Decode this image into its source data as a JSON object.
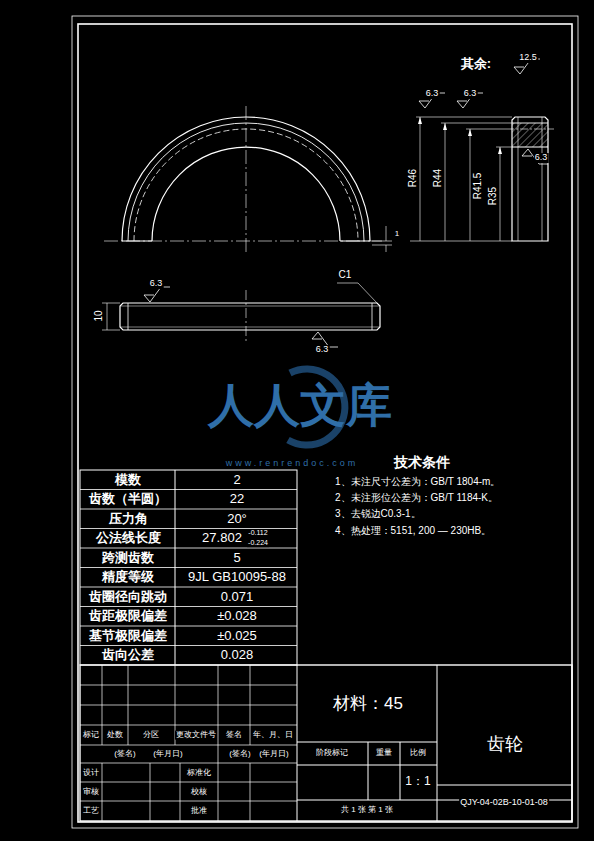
{
  "diagram": {
    "labels": [
      "其余:",
      "12.5",
      "6.3",
      "6.3",
      "6.3",
      "R46",
      "R44",
      "R41.5",
      "R35",
      "1",
      "C1",
      "10",
      "6.3",
      "6.3",
      "人人文库",
      "www.renrendoc.com",
      "技术条件",
      "1、未注尺寸公差为：GB/T 1804-m。",
      "2、未注形位公差为：GB/T 1184-K。",
      "3、去锐边C0.3-1。",
      "4、热处理：5151, 200 — 230HB。",
      "模数",
      "2",
      "齿数（半圆）",
      "22",
      "压力角",
      "20°",
      "公法线长度",
      "27.802",
      "-0.112",
      "-0.224",
      "跨测齿数",
      "5",
      "精度等级",
      "9JL GB10095-88",
      "齿圈径向跳动",
      "0.071",
      "齿距极限偏差",
      "±0.028",
      "基节极限偏差",
      "±0.025",
      "齿向公差",
      "0.028",
      "材料：45",
      "齿轮",
      "标记",
      "处数",
      "分区",
      "更改文件号",
      "签名",
      "年、月、日",
      "(签名)",
      "(年月日)",
      "(签名)",
      "(年月日)",
      "设计",
      "标准化",
      "审核",
      "校核",
      "工艺",
      "批准",
      "阶段标记",
      "重量",
      "比例",
      "1：1",
      "共 1 张  第 1 张",
      "QJY-04-02B-10-01-08"
    ]
  }
}
